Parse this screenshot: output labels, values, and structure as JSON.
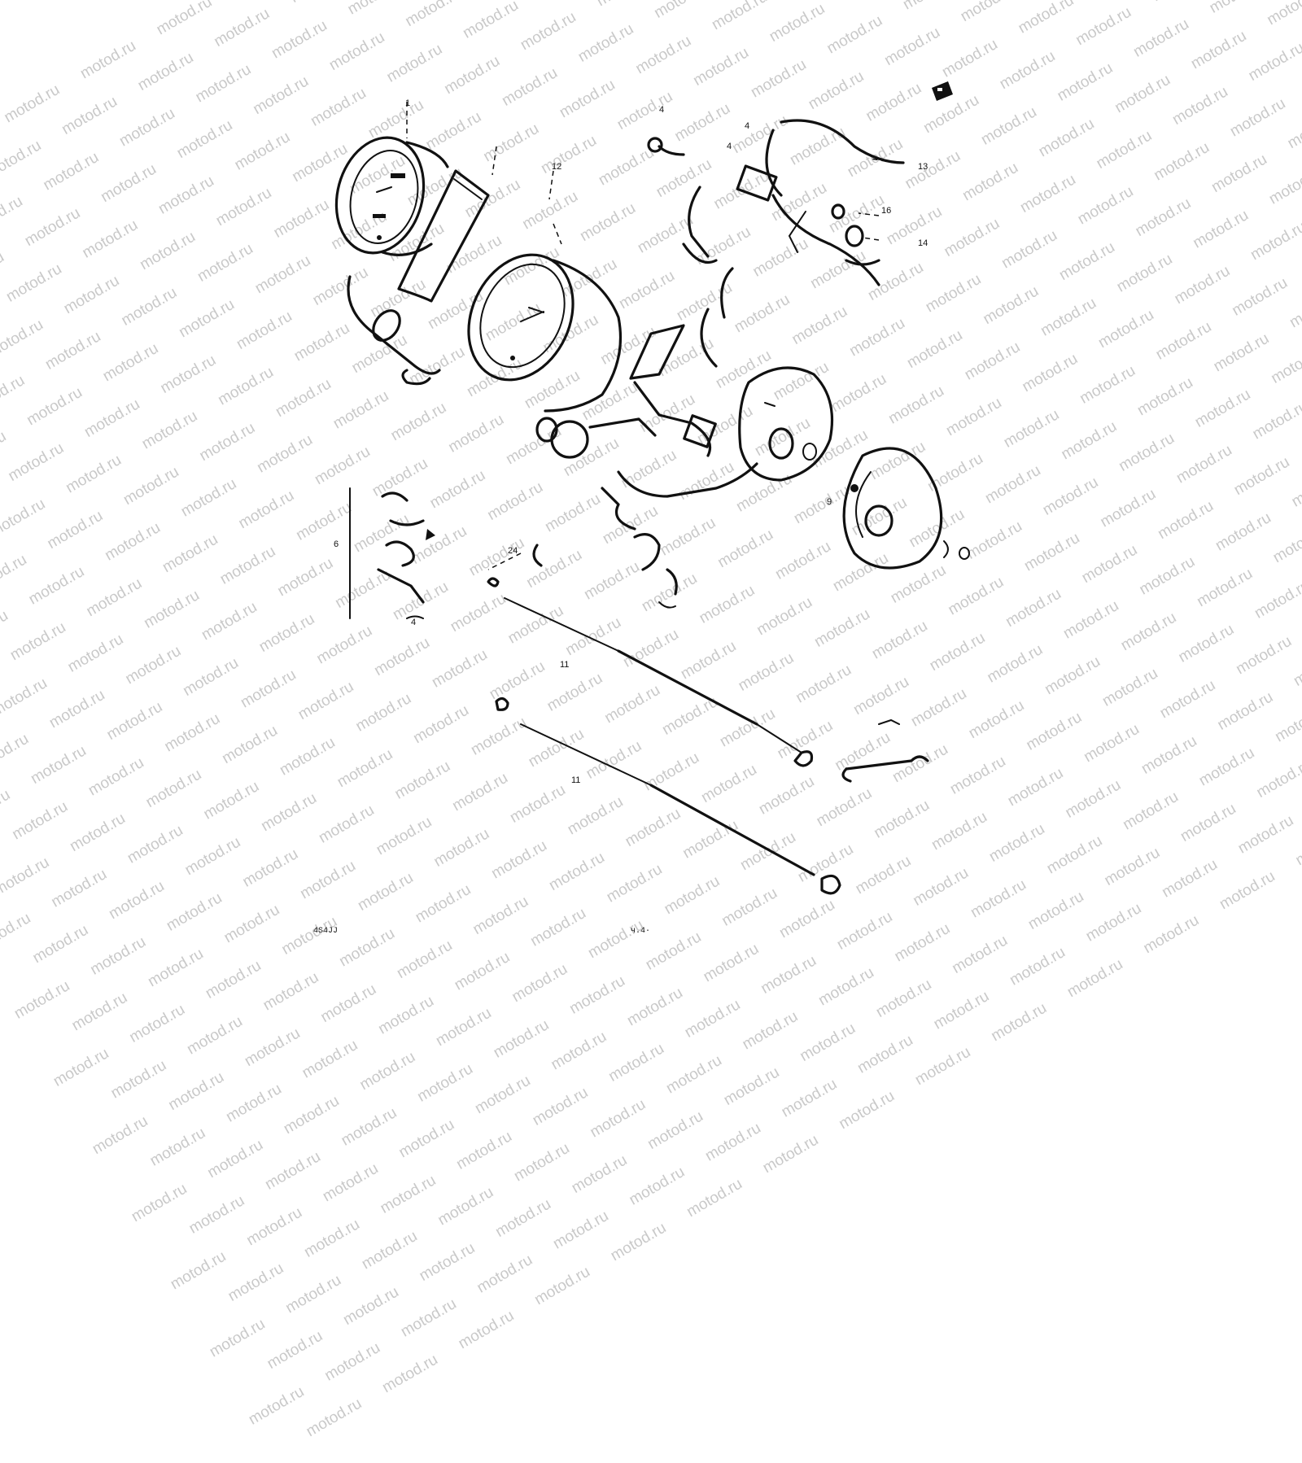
{
  "watermark": {
    "text": "motod.ru",
    "color": "#c9c9c9"
  },
  "diagram": {
    "callouts": [
      "1",
      "4",
      "4",
      "4",
      "12",
      "13",
      "16",
      "14",
      "24",
      "9",
      "6",
      "4",
      "11",
      "11"
    ],
    "footer_codes": [
      "4Ѕ4ЈЈ",
      "ч.4·"
    ],
    "icons": [
      "tachometer-gauge",
      "speedometer-gauge",
      "headlamp-bracket",
      "headlamp-housing",
      "headlamp-rim",
      "speedometer-cable",
      "tachometer-cable"
    ]
  }
}
